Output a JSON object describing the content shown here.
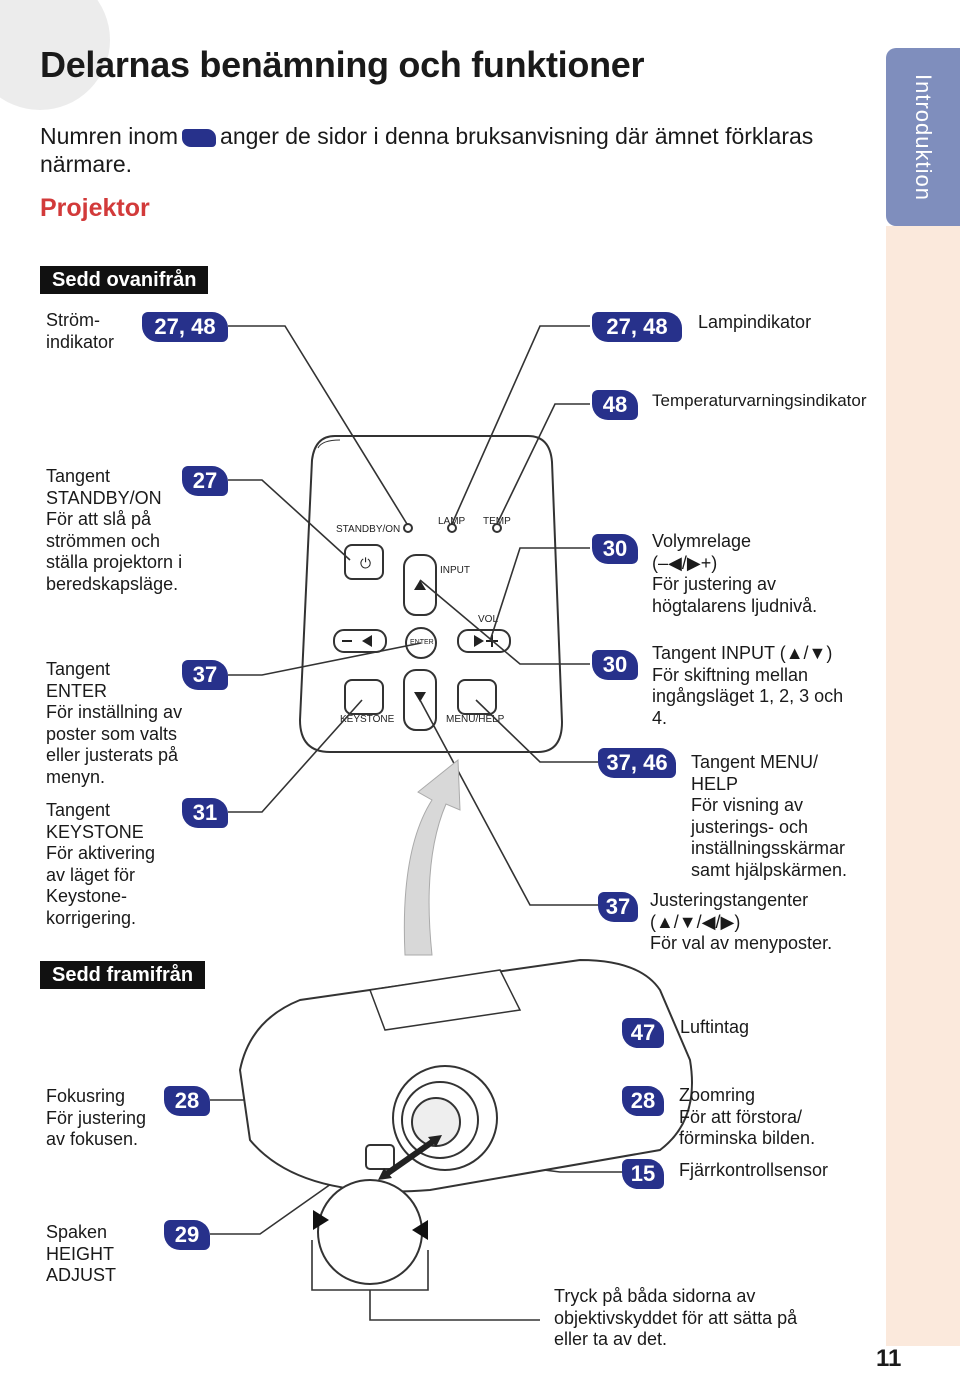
{
  "page": {
    "title": "Delarnas benämning och funktioner",
    "intro_before": "Numren inom",
    "intro_after": "anger de sidor i denna bruksanvisning där ämnet förklaras närmare.",
    "section": "Projektor",
    "side_tab": "Introduktion",
    "page_number": "11"
  },
  "view_top": {
    "heading": "Sedd ovanifrån",
    "callouts": {
      "power_indicator": {
        "pages": "27, 48",
        "label_line1": "Ström-",
        "label_line2": "indikator"
      },
      "lamp_indicator": {
        "pages": "27, 48",
        "label": "Lampindikator"
      },
      "temp_indicator": {
        "pages": "48",
        "label": "Temperaturvarningsindikator"
      },
      "standby": {
        "pages": "27",
        "lines": [
          "Tangent",
          "STANDBY/ON",
          "För att slå på",
          "strömmen och",
          "ställa projektorn i",
          "beredskapsläge."
        ]
      },
      "volume": {
        "pages": "30",
        "lines": [
          "Volymrelage",
          "(–◀/▶+)",
          "För justering av",
          "högtalarens ljudnivå."
        ]
      },
      "enter": {
        "pages": "37",
        "lines": [
          "Tangent",
          "ENTER",
          "För inställning av",
          "poster som valts",
          "eller justerats på",
          "menyn."
        ]
      },
      "input": {
        "pages": "30",
        "lines": [
          "Tangent INPUT (▲/▼)",
          "För skiftning mellan",
          "ingångsläget 1, 2, 3 och",
          "4."
        ]
      },
      "keystone": {
        "pages": "31",
        "lines": [
          "Tangent",
          "KEYSTONE",
          "För aktivering",
          "av läget för",
          "Keystone-",
          "korrigering."
        ]
      },
      "menu_help": {
        "pages": "37, 46",
        "lines": [
          "Tangent MENU/",
          "HELP",
          "För visning av",
          "justerings- och",
          "inställningsskärmar",
          "samt hjälpskärmen."
        ]
      },
      "adjust": {
        "pages": "37",
        "lines": [
          "Justeringstangenter",
          "(▲/▼/◀/▶)",
          "För val av menyposter."
        ]
      }
    },
    "panel_labels": {
      "standby": "STANDBY/ON",
      "lamp": "LAMP",
      "temp": "TEMP",
      "input": "INPUT",
      "vol": "VOL",
      "enter": "ENTER",
      "keystone": "KEYSTONE",
      "menu_help": "MENU/HELP"
    }
  },
  "view_front": {
    "heading": "Sedd framifrån",
    "callouts": {
      "intake": {
        "pages": "47",
        "label": "Luftintag"
      },
      "focus": {
        "pages": "28",
        "lines": [
          "Fokusring",
          "För justering",
          "av fokusen."
        ]
      },
      "zoom": {
        "pages": "28",
        "lines": [
          "Zoomring",
          "För att förstora/",
          "förminska bilden."
        ]
      },
      "remote": {
        "pages": "15",
        "label": "Fjärrkontrollsensor"
      },
      "height": {
        "pages": "29",
        "lines": [
          "Spaken",
          "HEIGHT",
          "ADJUST"
        ]
      },
      "lens_cap": {
        "lines": [
          "Tryck på båda sidorna av",
          "objektivskyddet för att sätta på",
          "eller ta av det."
        ]
      }
    }
  },
  "colors": {
    "badge": "#27318b",
    "section": "#d23a3a",
    "tab": "#7f8ebd",
    "strip": "#fbe9dc"
  }
}
